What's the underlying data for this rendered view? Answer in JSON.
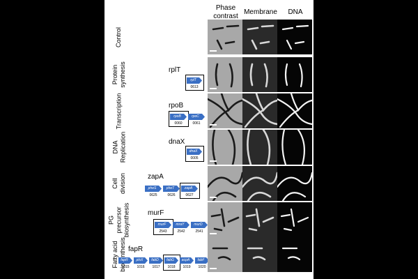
{
  "figure": {
    "columns": [
      "Phase contrast",
      "Membrane",
      "DNA"
    ],
    "rows": [
      {
        "id": "control",
        "label_lines": [
          "Control"
        ],
        "gene": "",
        "operon": []
      },
      {
        "id": "protein-synthesis",
        "label_lines": [
          "Protein",
          "synthesis"
        ],
        "gene": "rplT",
        "operon": [
          {
            "name": "rplT",
            "locus": "0613",
            "target": true
          }
        ]
      },
      {
        "id": "transcription",
        "label_lines": [
          "Transcription"
        ],
        "gene": "rpoB",
        "operon": [
          {
            "name": "rpoB",
            "locus": "0060",
            "target": true
          },
          {
            "name": "rpoC",
            "locus": "0061",
            "target": false
          }
        ]
      },
      {
        "id": "dna-replication",
        "label_lines": [
          "DNA",
          "Replication"
        ],
        "gene": "dnaX",
        "operon": [
          {
            "name": "dnaX",
            "locus": "0005",
            "target": true
          }
        ]
      },
      {
        "id": "cell-division",
        "label_lines": [
          "Cell",
          "division"
        ],
        "gene": "zapA",
        "operon": [
          {
            "name": "pheS",
            "locus": "0625",
            "target": false
          },
          {
            "name": "pheT",
            "locus": "0626",
            "target": false
          },
          {
            "name": "zapA",
            "locus": "0627",
            "target": true
          }
        ]
      },
      {
        "id": "pg-precursor",
        "label_lines": [
          "PG",
          "precursor",
          "biosynthesis"
        ],
        "gene": "murF",
        "operon": [
          {
            "name": "murF",
            "locus": "2543",
            "target": true
          },
          {
            "name": "mraY",
            "locus": "2542",
            "target": false
          },
          {
            "name": "murD",
            "locus": "2541",
            "target": false
          }
        ]
      },
      {
        "id": "fatty-acid",
        "label_lines": [
          "Fatty acid",
          "biosynthesis"
        ],
        "gene": "fapR",
        "operon": [
          {
            "name": "fapR",
            "locus": "1015",
            "target": false
          },
          {
            "name": "plsX",
            "locus": "1016",
            "target": false
          },
          {
            "name": "fabD",
            "locus": "1017",
            "target": false
          },
          {
            "name": "fabG",
            "locus": "1018",
            "target": true
          },
          {
            "name": "acpA",
            "locus": "1019",
            "target": false
          },
          {
            "name": "fabF",
            "locus": "1020",
            "target": false
          }
        ]
      }
    ],
    "colors": {
      "gene_fill": "#3a6fc4",
      "gene_fill_light": "#8fb0e0",
      "background": "#ffffff",
      "outside": "#000000"
    }
  }
}
